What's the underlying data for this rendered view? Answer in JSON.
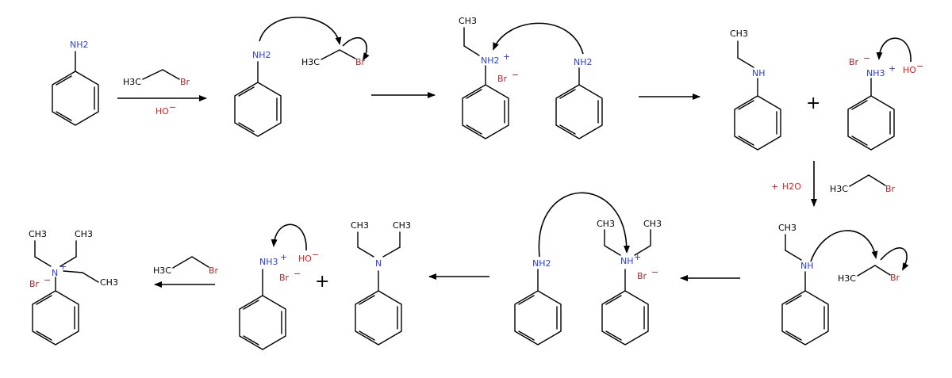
{
  "colors": {
    "nitrogen": "#2c3fd6",
    "bromine": "#a52a2a",
    "oxygen": "#e02020",
    "bond": "#000000"
  },
  "labels": {
    "nh2": "NH2",
    "nh2_plus": "NH2",
    "nh3_plus": "NH3",
    "nh": "NH",
    "nh_plus": "NH",
    "n": "N",
    "n_plus": "N",
    "ch3": "CH3",
    "h3c": "H3C",
    "br": "Br",
    "br_minus": "Br",
    "ho_minus": "HO",
    "h2o": "H2O",
    "plus_sign": "+",
    "charge_plus": "+",
    "charge_minus": "−"
  }
}
